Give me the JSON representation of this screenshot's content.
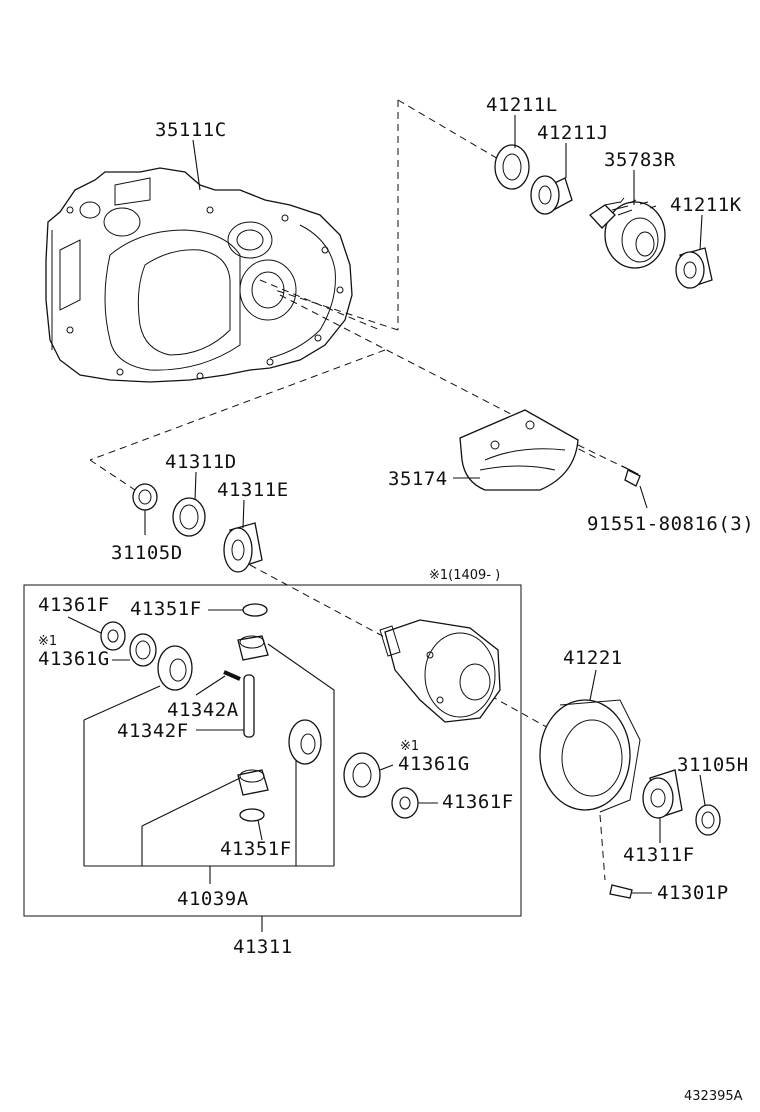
{
  "diagram_id": "432395A",
  "note_range": "※1(1409-    )",
  "note_mark": "※1",
  "parts": {
    "p35111C": "35111C",
    "p41211L": "41211L",
    "p41211J": "41211J",
    "p35783R": "35783R",
    "p41211K": "41211K",
    "p35174": "35174",
    "p91551": "91551-80816(3)",
    "p41311D": "41311D",
    "p41311E": "41311E",
    "p31105D": "31105D",
    "p41361F_a": "41361F",
    "p41351F_a": "41351F",
    "p41361G_a": "41361G",
    "p41342A": "41342A",
    "p41342F": "41342F",
    "p41361G_b": "41361G",
    "p41361F_b": "41361F",
    "p41351F_b": "41351F",
    "p41039A": "41039A",
    "p41311": "41311",
    "p41221": "41221",
    "p31105H": "31105H",
    "p41311F": "41311F",
    "p41301P": "41301P"
  },
  "colors": {
    "line": "#111111",
    "background": "#ffffff"
  }
}
